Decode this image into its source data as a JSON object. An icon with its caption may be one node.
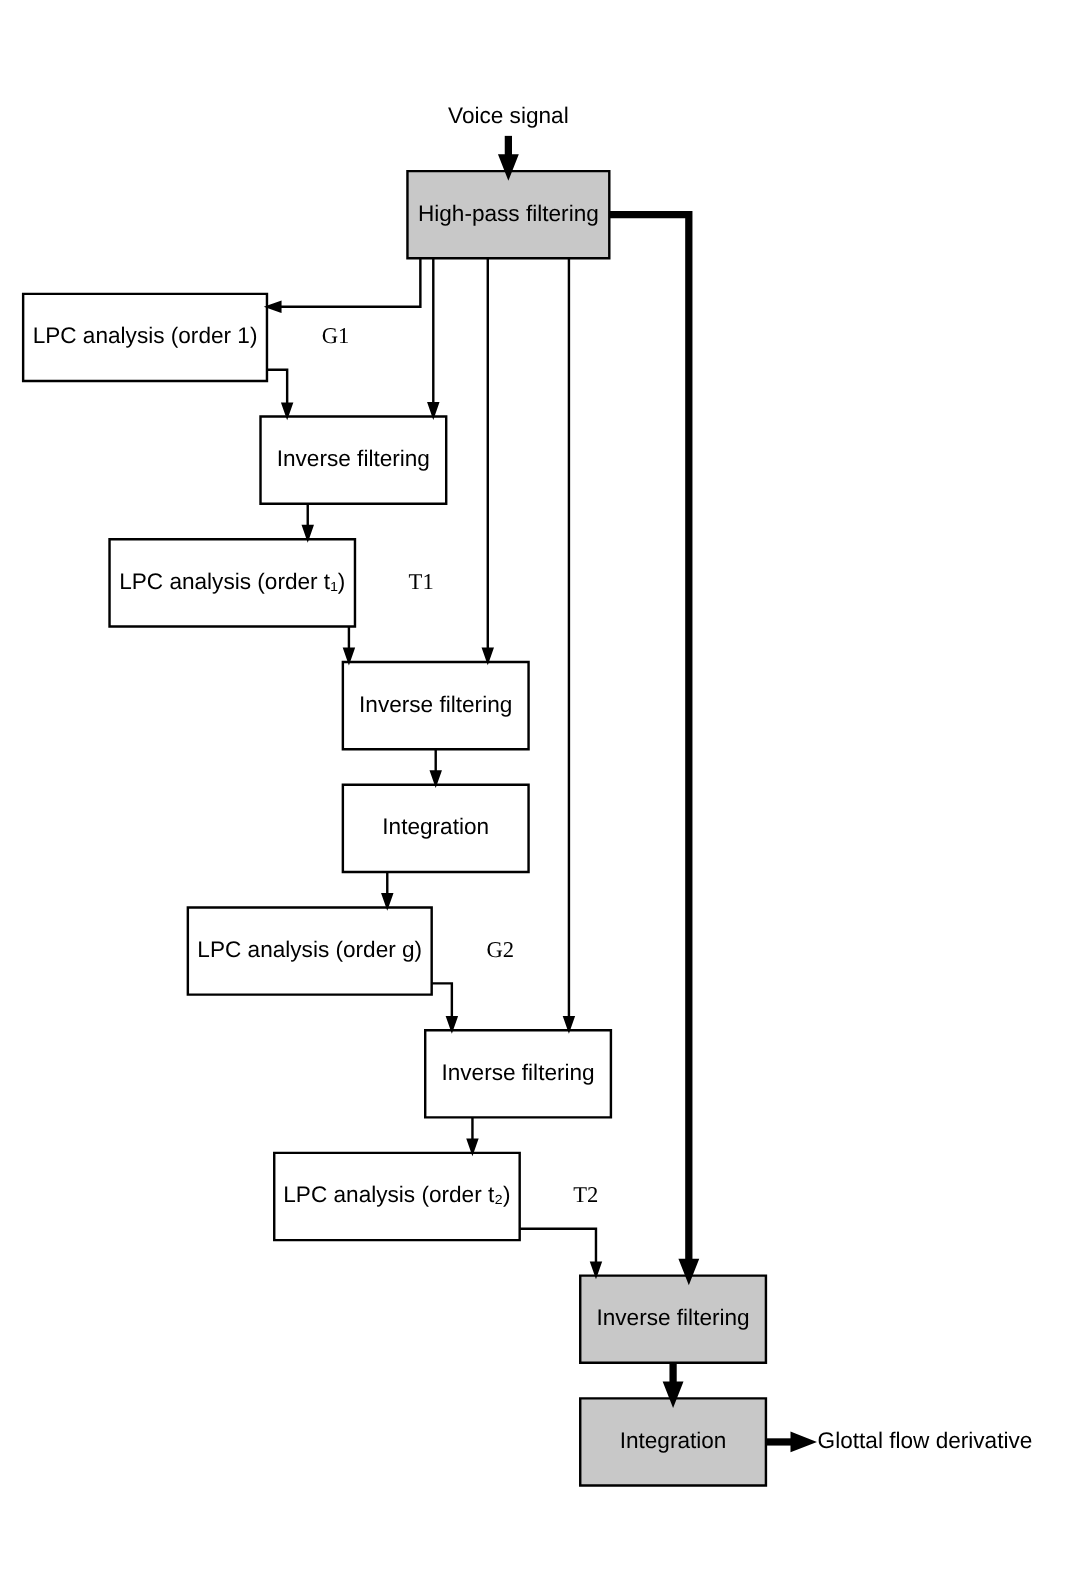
{
  "diagram": {
    "nodes": [
      {
        "text": [
          "Voice signal"
        ]
      },
      {
        "text": [
          "High-pass filtering"
        ]
      },
      {
        "text": [
          "LPC analysis (order 1)"
        ],
        "beside": [
          "G1"
        ]
      },
      {
        "text": [
          "Inverse filtering"
        ]
      },
      {
        "text": [
          "LPC analysis (order t₁)"
        ],
        "beside": [
          "T1"
        ]
      },
      {
        "text": [
          "Inverse filtering"
        ]
      },
      {
        "text": [
          "Integration"
        ]
      },
      {
        "text": [
          "LPC analysis (order g)"
        ],
        "beside": [
          "G2"
        ]
      },
      {
        "text": [
          "Inverse filtering"
        ]
      },
      {
        "text": [
          "LPC analysis (order t₂)"
        ],
        "beside": [
          "T2"
        ]
      },
      {
        "text": [
          "Inverse filtering"
        ]
      },
      {
        "text": [
          "Integration"
        ]
      },
      {
        "text": [
          "Glottal flow derivative"
        ]
      }
    ],
    "edges": [
      {
        "from": 0,
        "to": 1,
        "arrow": "to",
        "style": "thick"
      },
      {
        "from": 1,
        "to": 2,
        "arrow": "to"
      },
      {
        "from": 1,
        "to": 3,
        "arrow": "to"
      },
      {
        "from": 2,
        "to": 3,
        "arrow": "to"
      },
      {
        "from": 3,
        "to": 4,
        "arrow": "to"
      },
      {
        "from": 1,
        "to": 5,
        "arrow": "to"
      },
      {
        "from": 4,
        "to": 5,
        "arrow": "to"
      },
      {
        "from": 5,
        "to": 6,
        "arrow": "to"
      },
      {
        "from": 6,
        "to": 7,
        "arrow": "to"
      },
      {
        "from": 1,
        "to": 8,
        "arrow": "to"
      },
      {
        "from": 7,
        "to": 8,
        "arrow": "to"
      },
      {
        "from": 8,
        "to": 9,
        "arrow": "to"
      },
      {
        "from": 1,
        "to": 10,
        "arrow": "to",
        "style": "thick"
      },
      {
        "from": 9,
        "to": 10,
        "arrow": "to"
      },
      {
        "from": 10,
        "to": 11,
        "arrow": "to",
        "style": "thick"
      },
      {
        "from": 11,
        "to": 12,
        "arrow": "to",
        "style": "thick"
      }
    ]
  }
}
